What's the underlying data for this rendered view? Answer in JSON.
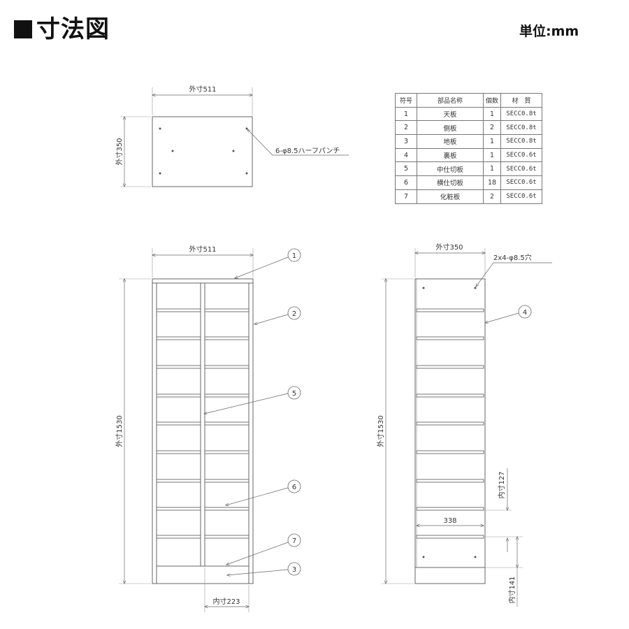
{
  "header": {
    "title": "寸法図",
    "unit": "単位:mm"
  },
  "top_view": {
    "width_label": "外寸511",
    "depth_label": "外寸350",
    "hole_note": "6-φ8.5ハーフパンチ"
  },
  "front_view": {
    "width_label": "外寸511",
    "height_label": "外寸1530",
    "inner_width_label": "内寸223",
    "callouts": [
      "1",
      "2",
      "5",
      "6",
      "7",
      "3"
    ]
  },
  "side_view": {
    "depth_label": "外寸350",
    "height_label": "外寸1530",
    "hole_note": "2x4-φ8.5穴",
    "inner_depth_label": "338",
    "pitch_label": "内寸127",
    "bottom_label": "内寸141",
    "callouts": [
      "4"
    ]
  },
  "parts_table": {
    "headers": [
      "符号",
      "部品名称",
      "個数",
      "材　質"
    ],
    "rows": [
      [
        "1",
        "天板",
        "1",
        "SECC0.8t"
      ],
      [
        "2",
        "側板",
        "2",
        "SECC0.8t"
      ],
      [
        "3",
        "地板",
        "1",
        "SECC0.8t"
      ],
      [
        "4",
        "裏板",
        "1",
        "SECC0.6t"
      ],
      [
        "5",
        "中仕切板",
        "1",
        "SECC0.6t"
      ],
      [
        "6",
        "横仕切板",
        "18",
        "SECC0.6t"
      ],
      [
        "7",
        "化粧板",
        "2",
        "SECC0.6t"
      ]
    ]
  }
}
